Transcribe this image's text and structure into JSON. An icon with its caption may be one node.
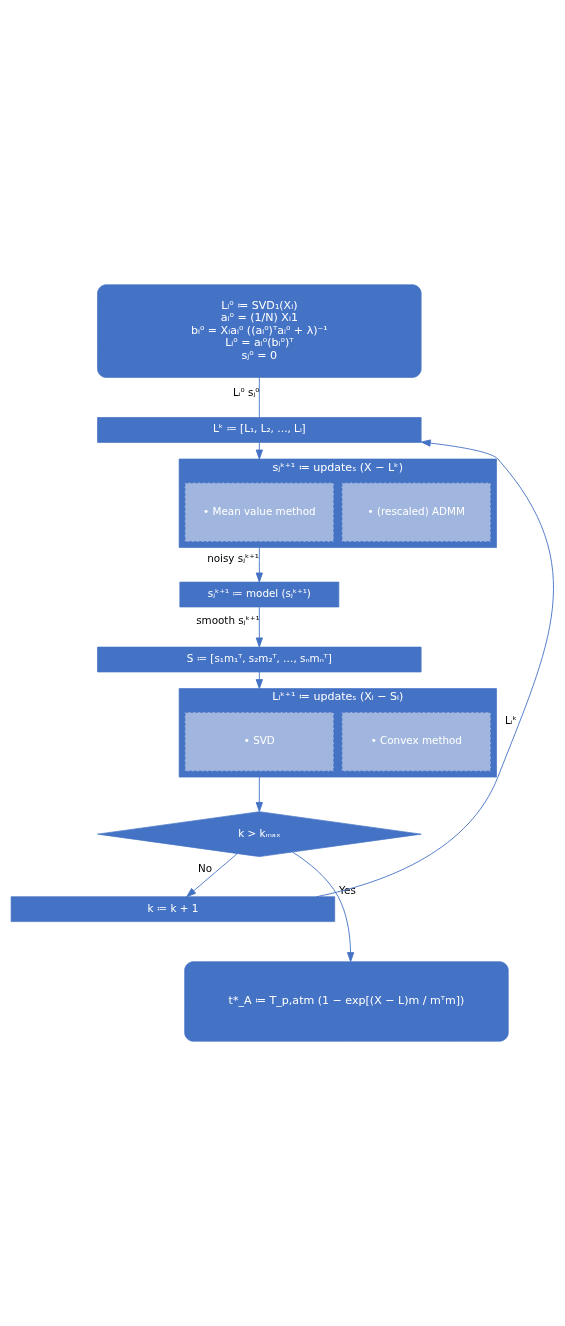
{
  "diagram": {
    "nodes": [
      {
        "text": [
          "Lᵢ⁰ ≔ SVD₁(Xᵢ)",
          "aᵢ⁰ = (1/N) Xᵢ1",
          "bᵢ⁰ = Xᵢaᵢ⁰ ((aᵢ⁰)ᵀaᵢ⁰ + λ)⁻¹",
          "Lᵢ⁰ = aᵢ⁰(bᵢ⁰)ᵀ",
          "sⱼ⁰ = 0"
        ]
      },
      {
        "text": [
          "Lᵏ ≔ [L₁, L₂, …, Lₗ]"
        ]
      },
      {
        "text": [
          "sⱼᵏ⁺¹ ≔ updateₛ (X − Lᵏ)"
        ]
      },
      {
        "text": [
          "• (rescaled) ADMM"
        ],
        "in": 2
      },
      {
        "text": [
          "• Mean value method"
        ],
        "in": 2
      },
      {
        "text": [
          "sⱼᵏ⁺¹ ≔ model (sⱼᵏ⁺¹)"
        ]
      },
      {
        "text": [
          "S ≔ [s₁m₁ᵀ, s₂m₂ᵀ, …, sₙmₙᵀ]"
        ]
      },
      {
        "text": [
          "Lᵢᵏ⁺¹ ≔ updateₛ (Xᵢ − Sᵢ)"
        ]
      },
      {
        "text": [
          "• Convex method"
        ],
        "in": 7
      },
      {
        "text": [
          "• SVD"
        ],
        "in": 7
      },
      {
        "text": [
          "k > kₘₐₓ"
        ]
      },
      {
        "text": [
          "k ≔ k + 1"
        ]
      },
      {
        "text": [
          "t*_A ≔ T_p,atm (1 − exp[(X − L)m / mᵀm])"
        ]
      }
    ],
    "edges": [
      {
        "from": 0,
        "to": 1,
        "arrow": "none",
        "label": "Lᵢ⁰ sⱼ⁰"
      },
      {
        "from": 1,
        "to": 2,
        "arrow": "to"
      },
      {
        "from": 2,
        "to": 5,
        "arrow": "to",
        "label": "noisy sⱼᵏ⁺¹"
      },
      {
        "from": 5,
        "to": 6,
        "arrow": "to",
        "label": "smooth sⱼᵏ⁺¹"
      },
      {
        "from": 6,
        "to": 7,
        "arrow": "to"
      },
      {
        "from": 7,
        "to": 10,
        "arrow": "to"
      },
      {
        "from": 10,
        "to": 11,
        "arrow": "to",
        "label": "No"
      },
      {
        "from": 10,
        "to": 12,
        "arrow": "to",
        "label": "Yes"
      },
      {
        "from": 11,
        "to": 1,
        "arrow": "to",
        "label": "Lᵢᵏ"
      }
    ]
  }
}
